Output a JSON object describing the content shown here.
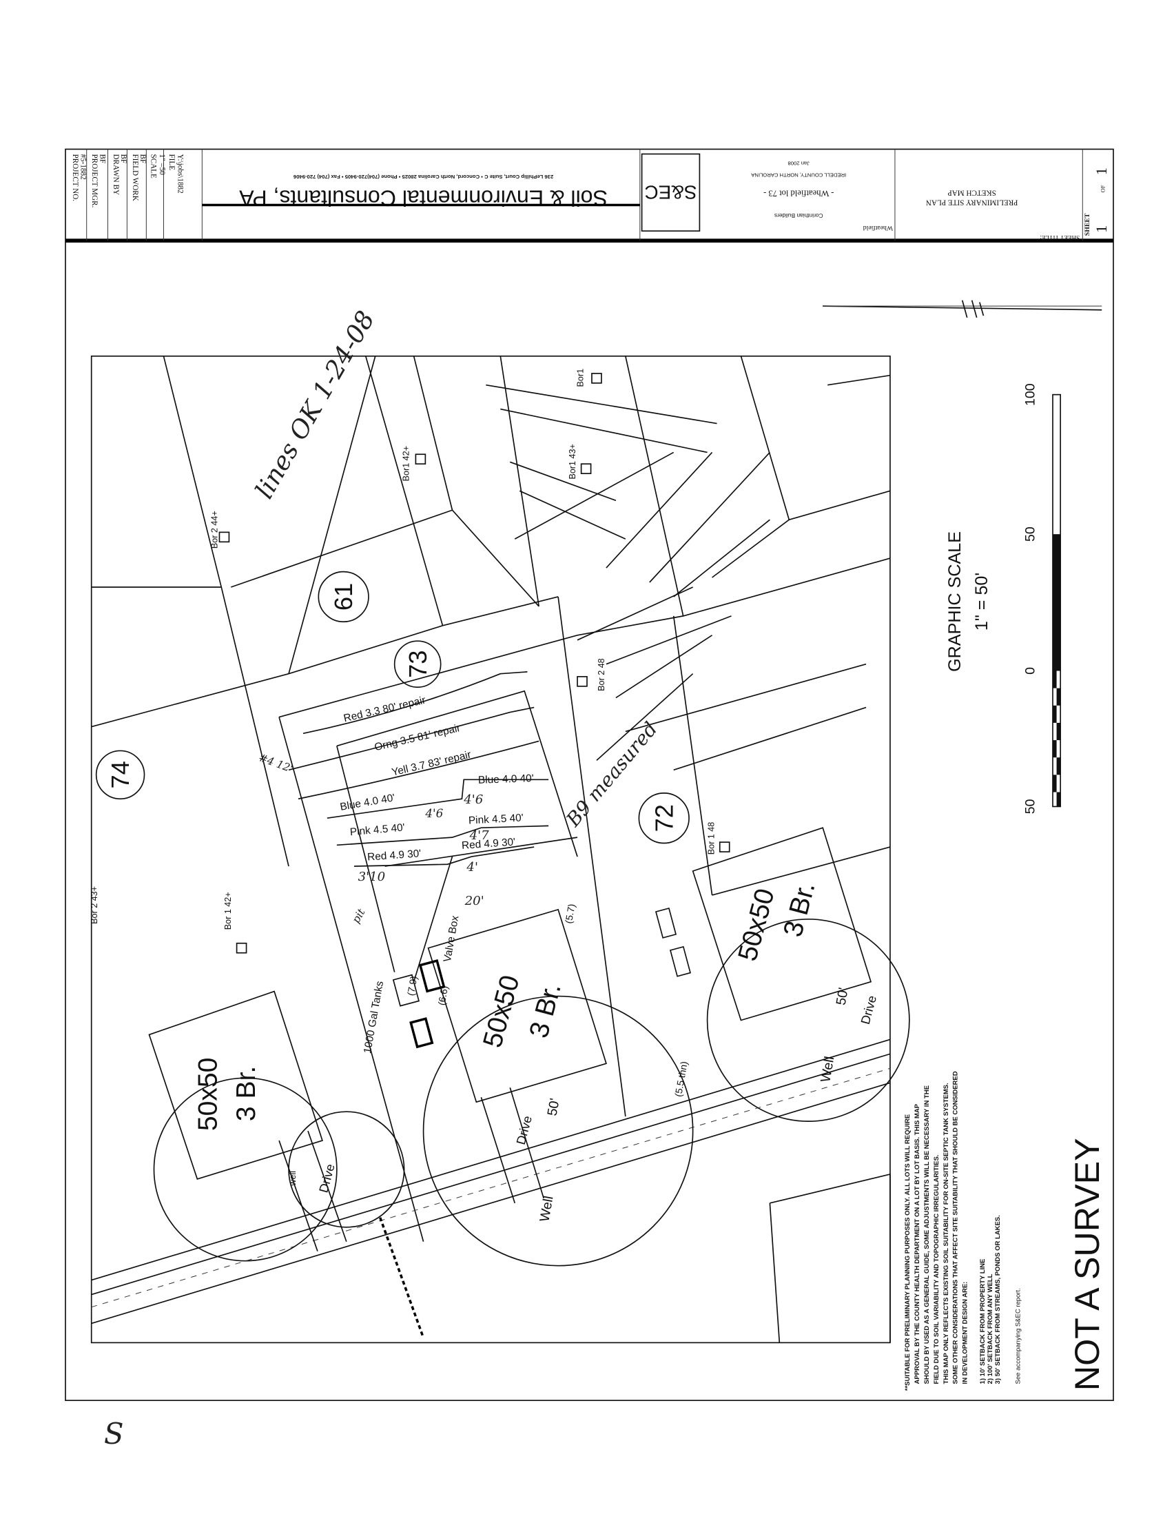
{
  "title_block": {
    "project_no_label": "PROJECT NO.",
    "project_no": "#5-1882",
    "project_mgr_label": "PROJECT MGR.",
    "project_mgr": "BF",
    "drawn_by_label": "DRAWN BY",
    "drawn_by": "BF",
    "field_work_label": "FIELD WORK",
    "field_work": "BF",
    "scale_label": "SCALE",
    "scale": "1\" =50",
    "file_label": "FILE",
    "file": "Y:\\jobs\\1882",
    "company": "Soil & Environmental Consultants, PA",
    "address": "236 LePhillip Court, Suite C • Concord, North Carolina 28025 • Phone (704)720-9405 • Fax (704) 720-9406",
    "logo_text": "S&EC",
    "client": "Corinthian Builders",
    "project": "- Wheatfield lot 73 -",
    "county": "IREDELL COUNTY, NORTH CAROLINA",
    "date": "Jan 2008",
    "subdivision": "Wheatfield",
    "sheet_title_label": "SHEET TITLE:",
    "sheet_title_1": "PRELIMINARY SITE PLAN",
    "sheet_title_2": "SKETCH MAP",
    "sheet_label": "SHEET",
    "sheet_num": "1",
    "sheet_of": "OF",
    "sheet_total": "1"
  },
  "scale": {
    "title": "GRAPHIC SCALE",
    "ratio": "1\" = 50'",
    "ticks": [
      "100",
      "50",
      "0",
      "50"
    ]
  },
  "notes": {
    "lines": [
      "**SUITABLE FOR PRELIMINARY PLANNING PURPOSES ONLY.  ALL LOTS WILL REQUIRE",
      "APPROVAL BY THE COUNTY HEALTH DEPARTMENT ON A LOT BY LOT BASIS.  THIS MAP",
      "SHOULD BY USED AS A GENERAL GUIDE, SOME ADJUSTMENTS WILL BE NECESSARY IN THE",
      "FIELD DUE TO SOIL VARIABILITY AND TOPOGRAPHIC IRREGULARITIES.",
      "THIS MAP ONLY REFLECTS EXISTING SOIL SUITABILITY FOR ON-SITE SEPTIC TANK SYSTEMS.",
      "SOME OTHER CONSIDERATIONS THAT AFFECT SITE SUITABILITY THAT SHOULD BE CONSIDERED",
      "IN DEVELOPMENT DESIGN ARE:"
    ],
    "setbacks": [
      "1)   10' SETBACK FROM PROPERTY LINE",
      "2)   100' SETBACK FROM ANY WELL",
      "3)   50' SETBACK FROM STREAMS, PONDS OR LAKES."
    ],
    "report": "See accompanying S&EC report.",
    "stamp": "NOT A SURVEY"
  },
  "map": {
    "lots": [
      "61",
      "73",
      "74",
      "72"
    ],
    "lines": [
      "Red 3.3 80' repair",
      "Orng 3.5 81' repair",
      "Yell 3.7 83' repair",
      "Blue 4.0 40'",
      "Pink 4.5 40'",
      "Red 4.9 30'",
      "Blue 4.0 40'",
      "Pink 4.5 40'",
      "Red 4.9 30'"
    ],
    "house": "50x50",
    "bedrooms": "3 Br.",
    "drive": "Drive",
    "well": "Well",
    "well_small": "well",
    "dist_50": "50'",
    "valve_box": "Valve Box",
    "tanks": "1000 Gal Tanks",
    "depths": [
      "(6.6)",
      "(7.9)",
      "(5.7)",
      "(5.5 thn)"
    ],
    "borings": [
      "Bor 2 44+",
      "Bor1 42+",
      "Bor1 43+",
      "Bor1",
      "Bor 2 48",
      "Bor 1 48",
      "Bor 1 42+",
      "Bor 2 43+"
    ],
    "handwritten": [
      "lines OK 1-24-08",
      "B9 measured",
      "3'10",
      "4'6",
      "4'6",
      "4'7",
      "4'",
      "20'",
      "#4 12'",
      "pit",
      "S"
    ]
  }
}
